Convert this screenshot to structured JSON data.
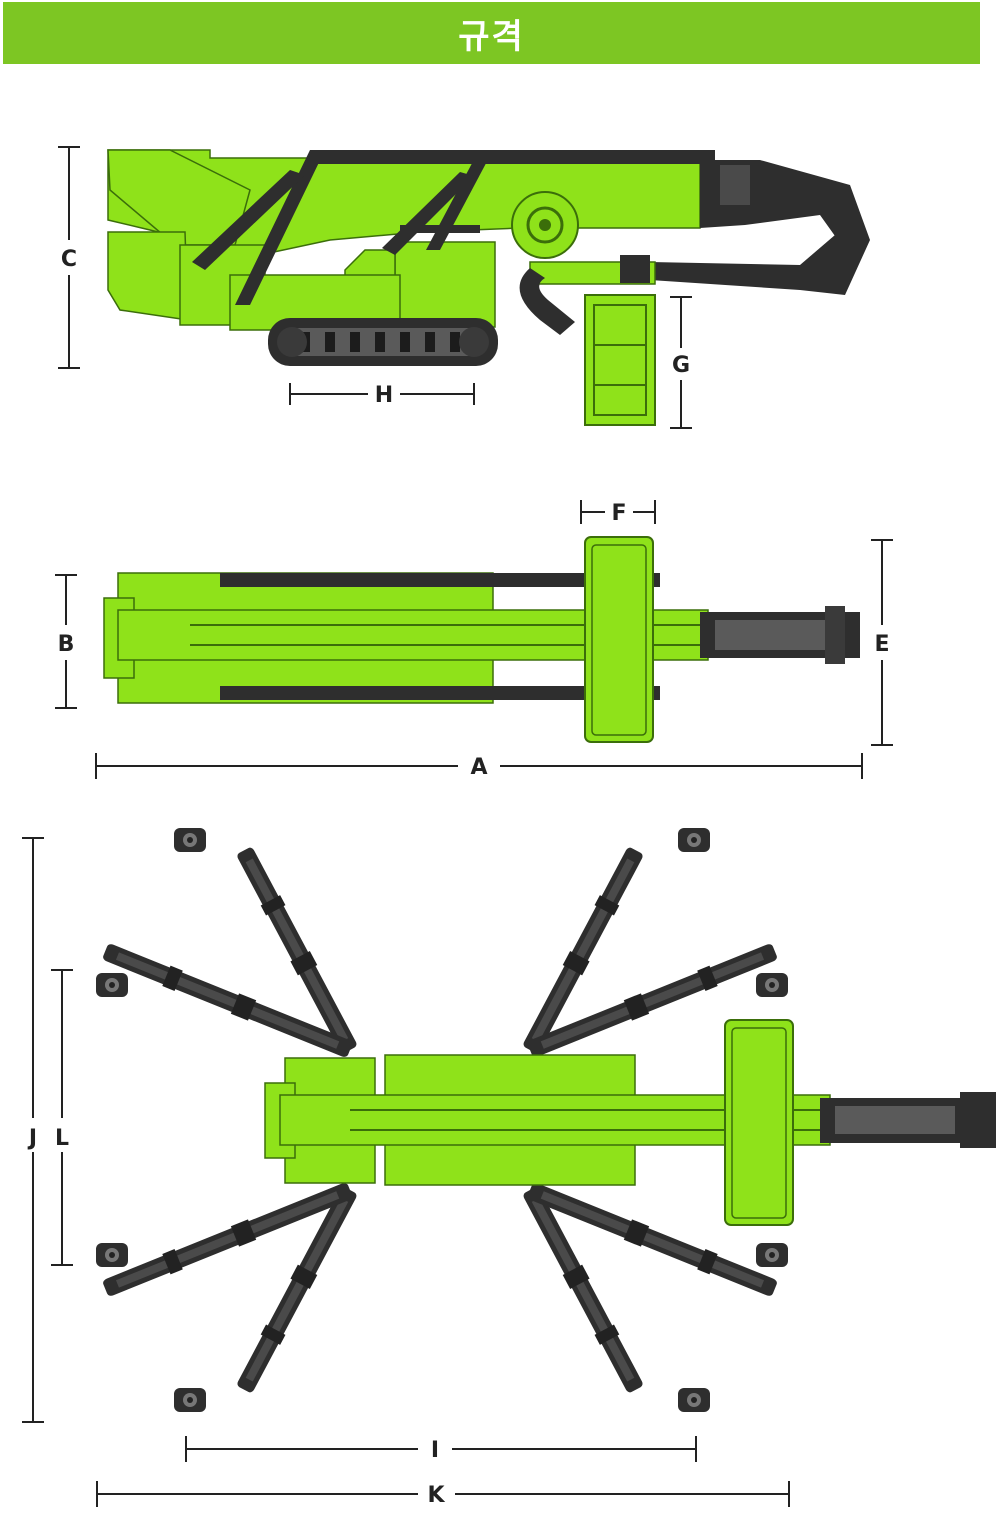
{
  "header": {
    "title": "규격"
  },
  "colors": {
    "brand_green": "#7dc623",
    "machine_green": "#8fe21a",
    "dark_steel": "#2e2e2e",
    "dimension_line": "#222222"
  },
  "dimensions": {
    "A": "A",
    "B": "B",
    "C": "C",
    "E": "E",
    "F": "F",
    "G": "G",
    "H": "H",
    "I": "I",
    "J": "J",
    "K": "K",
    "L": "L"
  }
}
